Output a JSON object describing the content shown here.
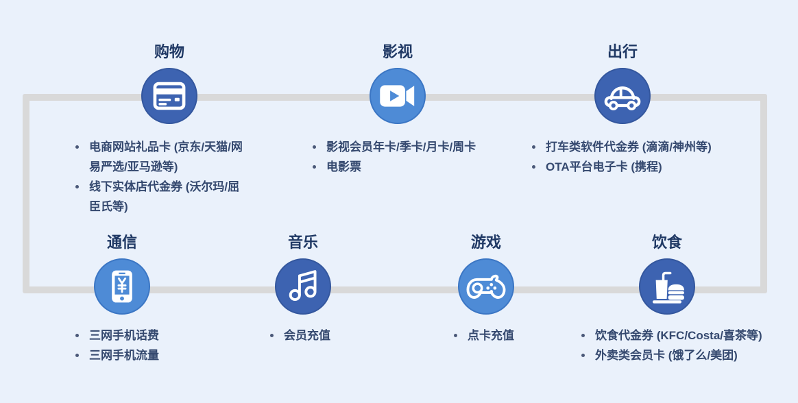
{
  "colors": {
    "bg": "#EAF1FB",
    "line": "#D9D9D9",
    "circle_dark": "#3D63B1",
    "circle_dark_border": "#34579E",
    "circle_light": "#4E8BD6",
    "circle_light_border": "#3B76C4",
    "title_text": "#1F3864",
    "body_text": "#35496F",
    "bullet_dot": "#4A5878"
  },
  "sections": [
    {
      "title": "购物",
      "icon": "credit-card-icon",
      "tone": "dark",
      "items": [
        "电商网站礼品卡 (京东/天猫/网易严选/亚马逊等)",
        "线下实体店代金券 (沃尔玛/屈臣氏等)"
      ]
    },
    {
      "title": "影视",
      "icon": "video-camera-icon",
      "tone": "light",
      "items": [
        "影视会员年卡/季卡/月卡/周卡",
        "电影票"
      ]
    },
    {
      "title": "出行",
      "icon": "car-icon",
      "tone": "dark",
      "items": [
        "打车类软件代金券 (滴滴/神州等)",
        "OTA平台电子卡 (携程)"
      ]
    },
    {
      "title": "通信",
      "icon": "phone-yuan-icon",
      "tone": "light",
      "items": [
        "三网手机话费",
        "三网手机流量"
      ]
    },
    {
      "title": "音乐",
      "icon": "music-note-icon",
      "tone": "dark",
      "items": [
        "会员充值"
      ]
    },
    {
      "title": "游戏",
      "icon": "gamepad-icon",
      "tone": "light",
      "items": [
        "点卡充值"
      ]
    },
    {
      "title": "饮食",
      "icon": "food-drink-icon",
      "tone": "dark",
      "items": [
        "饮食代金券 (KFC/Costa/喜茶等)",
        "外卖类会员卡 (饿了么/美团)"
      ]
    }
  ]
}
